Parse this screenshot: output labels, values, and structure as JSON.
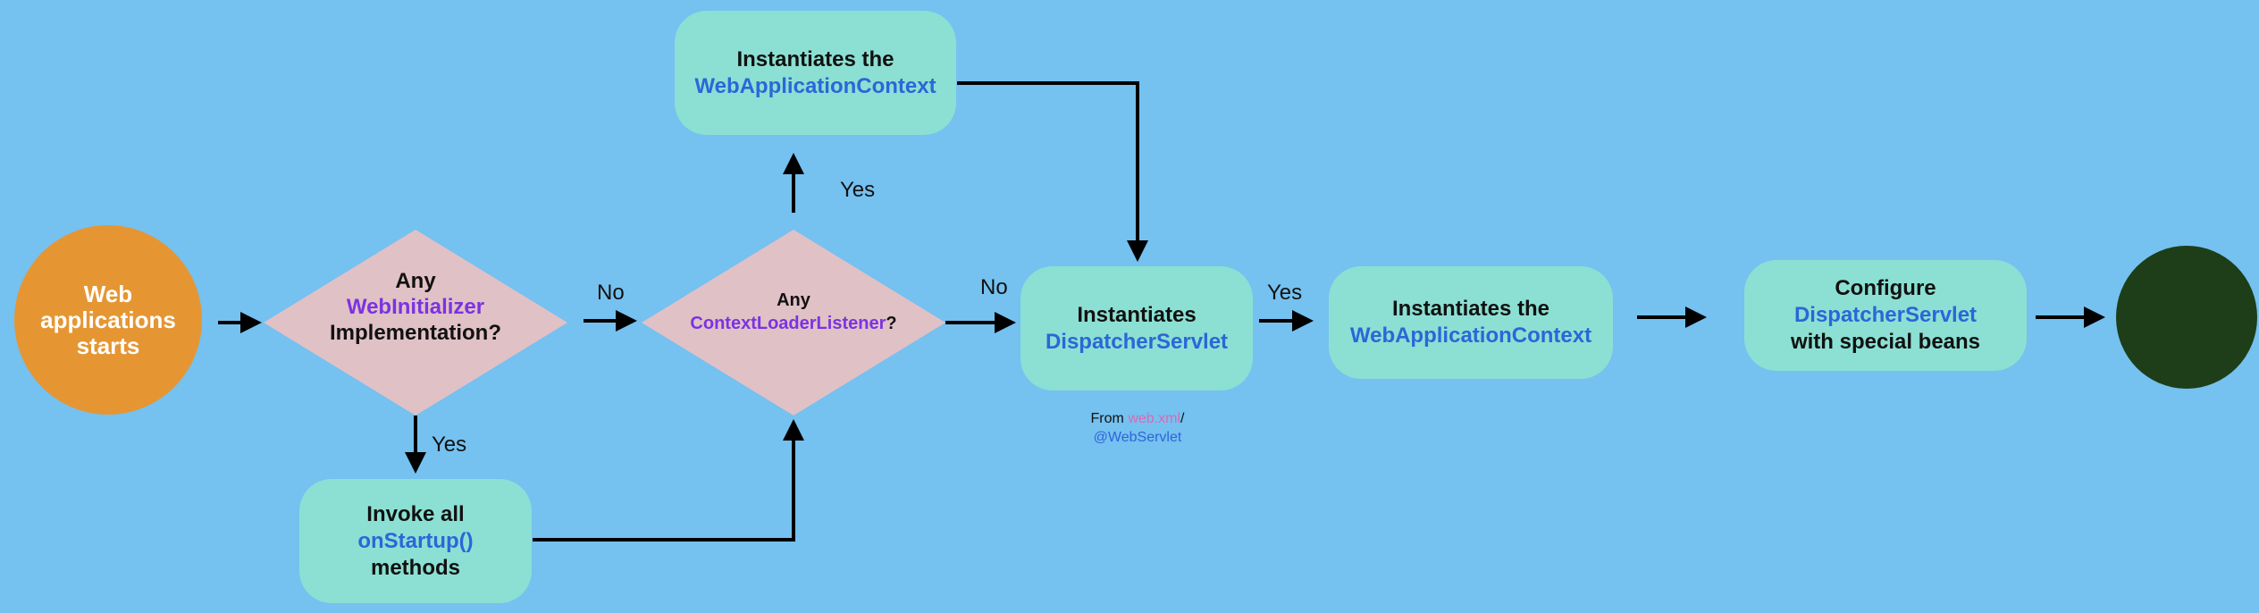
{
  "colors": {
    "background": "#75c1f0",
    "box": "#8be0d3",
    "diamond": "#e0c1c6",
    "start": "#e59632",
    "end": "#1d3e18",
    "accent_blue": "#2c66d8",
    "accent_purple": "#7b33e0",
    "accent_pink": "#d86bb3"
  },
  "nodes": {
    "start": {
      "line1": "Web",
      "line2": "applications",
      "line3": "starts"
    },
    "decision_initializer": {
      "line1": "Any",
      "highlight": "WebInitializer",
      "line3": "Implementation?"
    },
    "invoke_onstartup": {
      "line1": "Invoke all",
      "highlight": "onStartup()",
      "line3": "methods"
    },
    "decision_listener": {
      "line1": "Any",
      "highlight": "ContextLoaderListener",
      "suffix": "?"
    },
    "instantiate_context_top": {
      "line1": "Instantiates the",
      "highlight": "WebApplicationContext"
    },
    "instantiate_dispatcher": {
      "line1": "Instantiates",
      "highlight": "DispatcherServlet"
    },
    "instantiate_context_right": {
      "line1": "Instantiates the",
      "highlight": "WebApplicationContext"
    },
    "configure_dispatcher": {
      "line1": "Configure",
      "highlight": "DispatcherServlet",
      "line3": "with special beans"
    }
  },
  "note": {
    "prefix": "From ",
    "file": "web.xml",
    "separator": "/",
    "annotation": "@WebServlet"
  },
  "edge_labels": {
    "initializer_yes": "Yes",
    "initializer_no": "No",
    "listener_yes": "Yes",
    "listener_no": "No",
    "dispatcher_yes": "Yes"
  }
}
